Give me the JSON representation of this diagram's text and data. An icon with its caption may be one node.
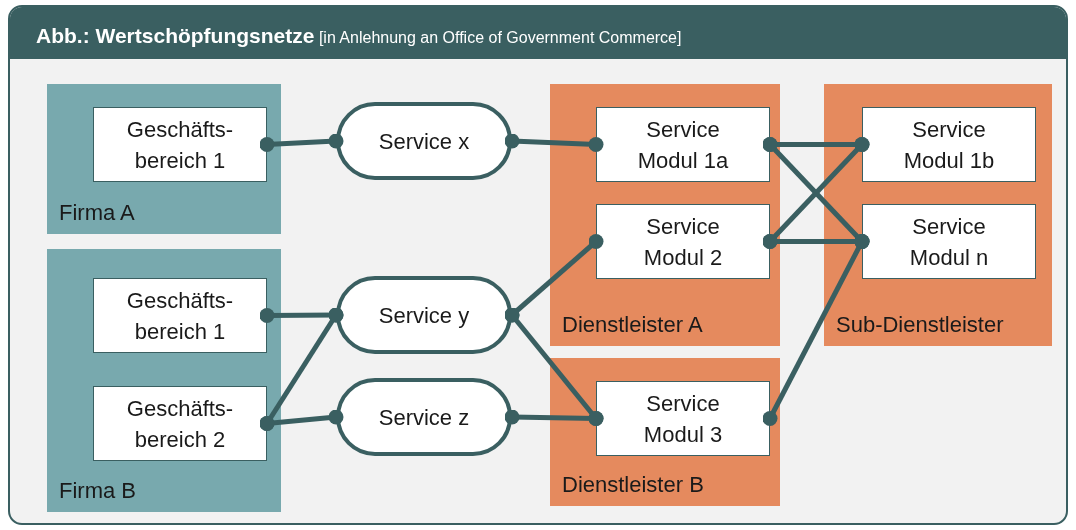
{
  "diagram": {
    "title": "**Abb.: Wertschöpfungsnetze** [in Anlehnung an Office of Government Commerce]",
    "nodes": [
      {
        "text": [
          "Firma A"
        ]
      },
      {
        "text": [
          "Geschäfts-bereich 1"
        ],
        "in": 0
      },
      {
        "text": [
          "Firma B"
        ]
      },
      {
        "text": [
          "Geschäfts-bereich 1"
        ],
        "in": 2
      },
      {
        "text": [
          "Geschäfts-bereich 2"
        ],
        "in": 2
      },
      {
        "text": [
          "Service x"
        ]
      },
      {
        "text": [
          "Service y"
        ]
      },
      {
        "text": [
          "Service z"
        ]
      },
      {
        "text": [
          "Dienstleister A"
        ]
      },
      {
        "text": [
          "Service Modul 1a"
        ],
        "in": 8
      },
      {
        "text": [
          "Service Modul 2"
        ],
        "in": 8
      },
      {
        "text": [
          "Dienstleister B"
        ]
      },
      {
        "text": [
          "Service Modul 3"
        ],
        "in": 11
      },
      {
        "text": [
          "Sub-Dienstleister"
        ]
      },
      {
        "text": [
          "Service Modul 1b"
        ],
        "in": 13
      },
      {
        "text": [
          "Service Modul n"
        ],
        "in": 13
      }
    ],
    "edges": [
      {
        "from": 1,
        "to": 5,
        "arrow": "other"
      },
      {
        "from": 5,
        "to": 9,
        "arrow": "other"
      },
      {
        "from": 3,
        "to": 6,
        "arrow": "other"
      },
      {
        "from": 4,
        "to": 6,
        "arrow": "other"
      },
      {
        "from": 4,
        "to": 7,
        "arrow": "other"
      },
      {
        "from": 6,
        "to": 10,
        "arrow": "other"
      },
      {
        "from": 6,
        "to": 12,
        "arrow": "other"
      },
      {
        "from": 7,
        "to": 12,
        "arrow": "other"
      },
      {
        "from": 9,
        "to": 14,
        "arrow": "other"
      },
      {
        "from": 9,
        "to": 15,
        "arrow": "other"
      },
      {
        "from": 10,
        "to": 14,
        "arrow": "other"
      },
      {
        "from": 10,
        "to": 15,
        "arrow": "other"
      },
      {
        "from": 12,
        "to": 15,
        "arrow": "other"
      }
    ]
  }
}
